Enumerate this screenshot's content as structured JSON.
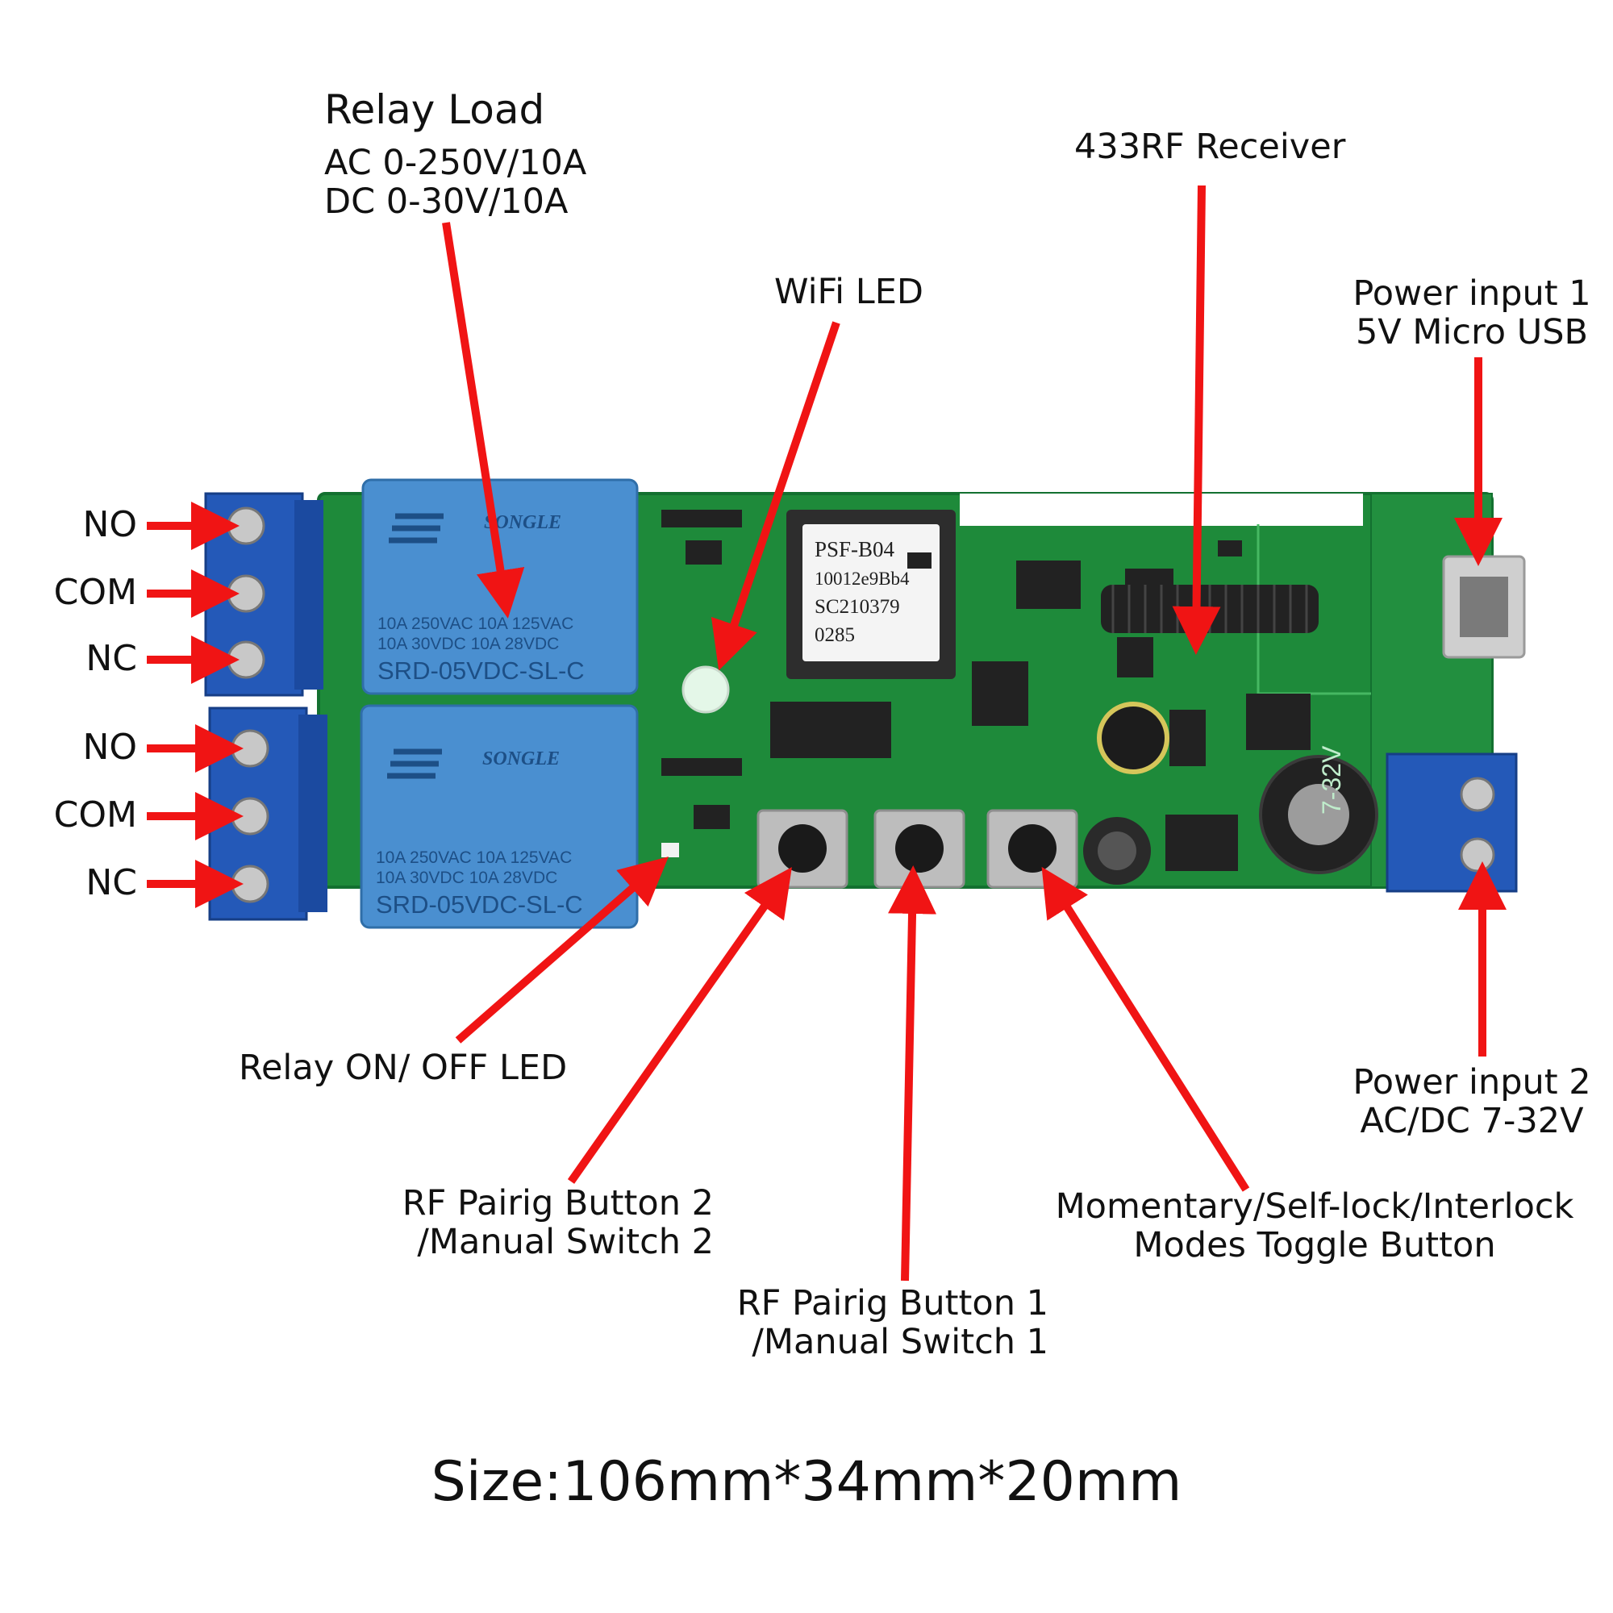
{
  "labels": {
    "relay_load": {
      "title": "Relay Load",
      "line1": "AC 0-250V/10A",
      "line2": "DC 0-30V/10A"
    },
    "rf_receiver": "433RF Receiver",
    "wifi_led": "WiFi LED",
    "power_input_1": {
      "line1": "Power input 1",
      "line2": "5V Micro USB"
    },
    "power_input_2": {
      "line1": "Power input 2",
      "line2": "AC/DC 7-32V"
    },
    "relay_led": "Relay ON/ OFF LED",
    "rf_button_2": {
      "line1": "RF Pairig Button 2",
      "line2": "/Manual Switch 2"
    },
    "rf_button_1": {
      "line1": "RF Pairig Button 1",
      "line2": "/Manual Switch 1"
    },
    "mode_button": {
      "line1": "Momentary/Self-lock/Interlock",
      "line2": "Modes Toggle Button"
    },
    "terminals_top": [
      "NO",
      "COM",
      "NC"
    ],
    "terminals_bottom": [
      "NO",
      "COM",
      "NC"
    ],
    "size": "Size:106mm*34mm*20mm"
  },
  "board": {
    "relay_brand": "SONGLE",
    "relay_rating_1": "10A 250VAC  10A 125VAC",
    "relay_rating_2": "10A  30VDC  10A  28VDC",
    "relay_model": "SRD-05VDC-SL-C",
    "module_text": [
      "PSF-B04",
      "10012e9Bb4",
      "SC210379",
      "0285"
    ],
    "voltage_mark": "7-32V"
  },
  "colors": {
    "pcb": "#1e8a3a",
    "pcb_light": "#2aa34a",
    "relay": "#4a8fd0",
    "terminal": "#2459b8",
    "arrow": "#f01414"
  }
}
